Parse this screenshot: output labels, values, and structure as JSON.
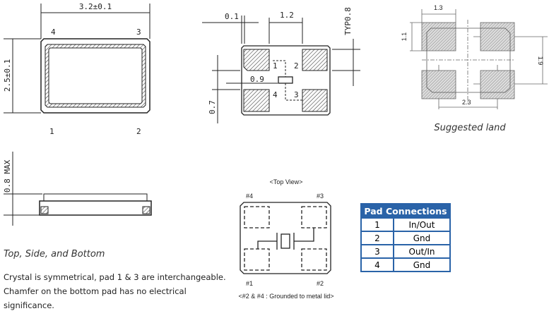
{
  "top_view": {
    "width_dim": "3.2±0.1",
    "height_dim": "2.5±0.1",
    "pins": [
      "1",
      "2",
      "3",
      "4"
    ]
  },
  "side_view": {
    "height_dim": "0.8 MAX"
  },
  "bottom_view": {
    "dim_a": "0.1",
    "dim_b": "1.2",
    "dim_c": "TYP0.8",
    "dim_d": "0.9",
    "dim_e": "0.7",
    "pins": [
      "1",
      "2",
      "3",
      "4"
    ]
  },
  "land": {
    "dim_w": "1.3",
    "dim_h": "1.1",
    "dim_pitch_y": "1.9",
    "dim_pitch_x": "2.3",
    "caption": "Suggested land"
  },
  "views_caption": "Top, Side, and Bottom",
  "notes": [
    "Crystal is symmetrical, pad 1 & 3 are interchangeable.",
    "Chamfer on the bottom pad has no electrical",
    "significance."
  ],
  "schematic": {
    "title": "<Top View>",
    "pins": [
      "#4",
      "#3",
      "#1",
      "#2"
    ],
    "footer": "<#2 & #4 : Grounded to metal lid>"
  },
  "pad_table": {
    "header": "Pad Connections",
    "rows": [
      {
        "pad": "1",
        "func": "In/Out"
      },
      {
        "pad": "2",
        "func": "Gnd"
      },
      {
        "pad": "3",
        "func": "Out/In"
      },
      {
        "pad": "4",
        "func": "Gnd"
      }
    ],
    "color": "#2a63a8"
  }
}
